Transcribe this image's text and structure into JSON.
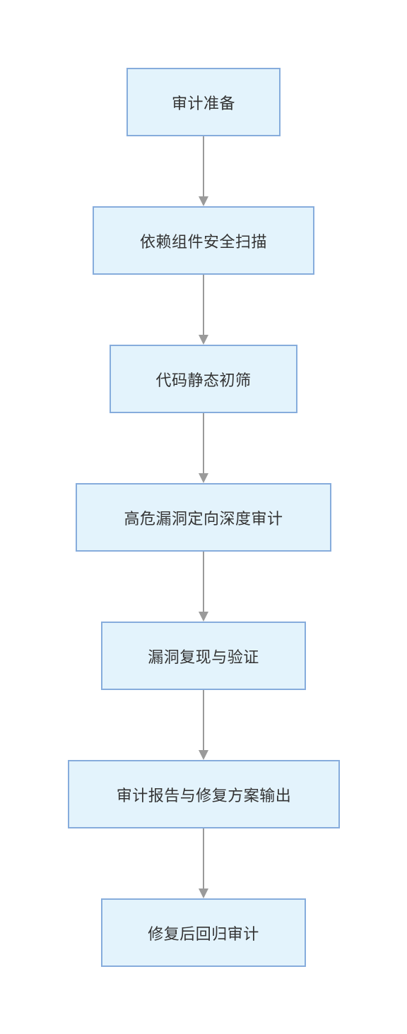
{
  "flowchart": {
    "steps": [
      "审计准备",
      "依赖组件安全扫描",
      "代码静态初筛",
      "高危漏洞定向深度审计",
      "漏洞复现与验证",
      "审计报告与修复方案输出",
      "修复后回归审计"
    ]
  }
}
